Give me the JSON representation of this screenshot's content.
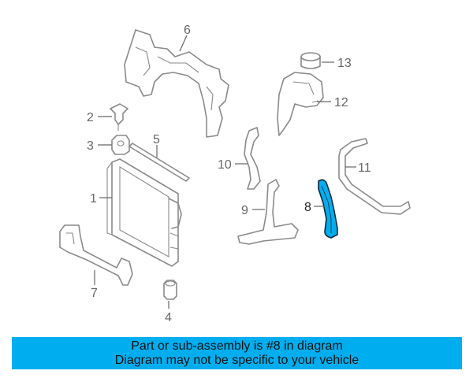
{
  "callouts": {
    "c1": "1",
    "c2": "2",
    "c3": "3",
    "c4": "4",
    "c5": "5",
    "c6": "6",
    "c7": "7",
    "c8": "8",
    "c9": "9",
    "c10": "10",
    "c11": "11",
    "c12": "12",
    "c13": "13"
  },
  "banner": {
    "line1": "Part or sub-assembly is #8 in diagram",
    "line2": "Diagram may not be specific to your vehicle"
  },
  "colors": {
    "highlight": "#00aeef",
    "banner_bg": "#00aeef",
    "part_stroke": "#8a8a8a"
  }
}
